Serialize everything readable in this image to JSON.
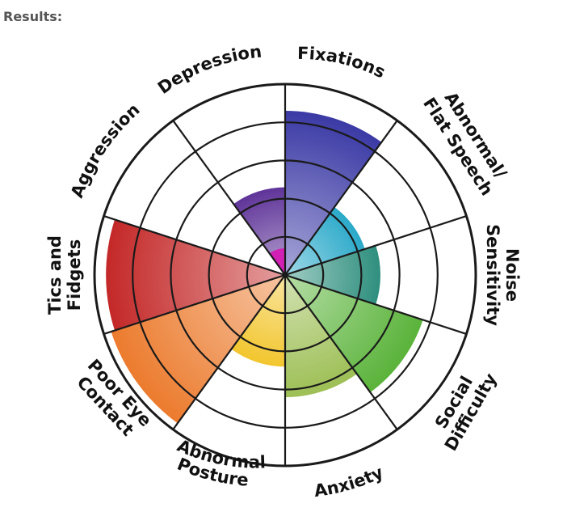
{
  "heading": "Results:",
  "chart_data": {
    "type": "polar-area",
    "title": "",
    "rlim": [
      0,
      5
    ],
    "rings": 5,
    "grid": true,
    "categories": [
      "Fixations",
      "Abnormal/ Flat Speech",
      "Noise Sensitivity",
      "Social Difficulty",
      "Anxiety",
      "Abnormal Posture",
      "Poor Eye Contact",
      "Tics and Fidgets",
      "Aggression",
      "Depression"
    ],
    "values": [
      4.3,
      2.2,
      2.5,
      3.8,
      3.2,
      2.4,
      4.8,
      4.7,
      0,
      2.3,
      0.7
    ],
    "colors": [
      "#3b3aa5",
      "#2aa9c9",
      "#2f8f7e",
      "#5ab33a",
      "#9dbf55",
      "#f2c62e",
      "#ec7b2e",
      "#c42828",
      "#ffffff",
      "#5f3499"
    ]
  },
  "labels": {
    "fixations": "Fixations",
    "flat_speech_1": "Abnormal/",
    "flat_speech_2": "Flat Speech",
    "noise_1": "Noise",
    "noise_2": "Sensitivity",
    "social_1": "Social",
    "social_2": "Difficulty",
    "anxiety": "Anxiety",
    "posture_1": "Abnormal",
    "posture_2": "Posture",
    "eye_1": "Poor Eye",
    "eye_2": "Contact",
    "tics_1": "Tics and",
    "tics_2": "Fidgets",
    "aggression": "Aggression",
    "depression": "Depression"
  }
}
